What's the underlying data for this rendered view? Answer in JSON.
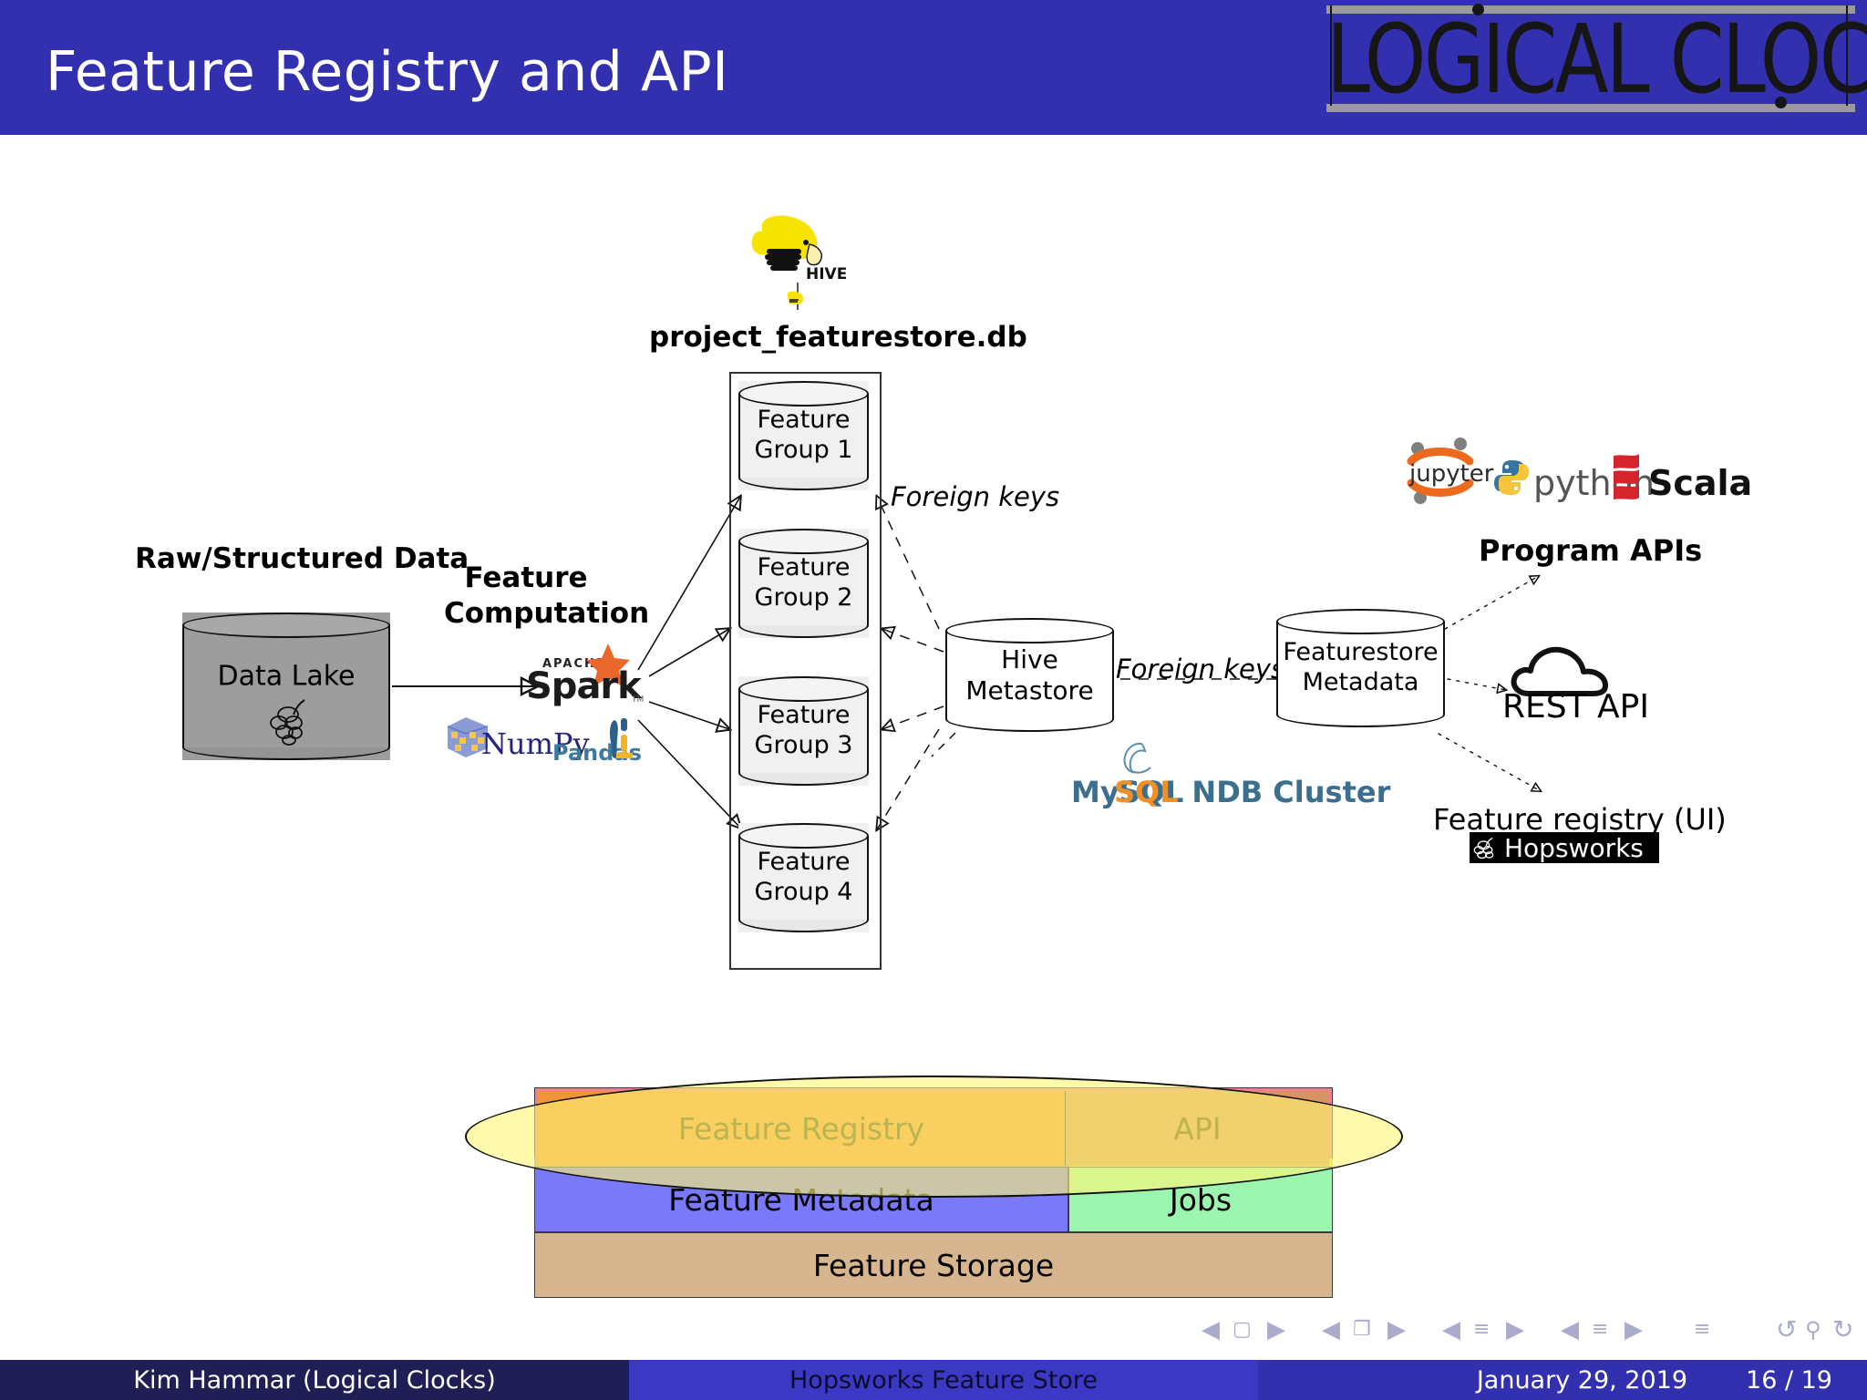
{
  "header": {
    "title": "Feature Registry and API",
    "logo_text": "LOGICAL CLOCKS",
    "bar_color": "#3330b0"
  },
  "diagram": {
    "hive_db_label": "project_featurestore.db",
    "hive_logo_name": "Apache Hive",
    "raw_data_label": "Raw/Structured Data",
    "data_lake_label": "Data Lake",
    "feature_computation_label": "Feature Computation",
    "spark_label": "Apache Spark",
    "numpy_label": "NumPy",
    "pandas_label": "Pandas",
    "feature_groups": [
      "Feature Group 1",
      "Feature Group 2",
      "Feature Group 3",
      "Feature Group 4"
    ],
    "foreign_keys_left": "Foreign keys",
    "foreign_keys_right": "Foreign keys",
    "hive_metastore_label": "Hive Metastore",
    "featurestore_metadata_label": "Featurestore Metadata",
    "mysql_label": "MySQL",
    "ndb_cluster_label": "NDB Cluster",
    "jupyter_label": "jupyter",
    "python_label": "python",
    "scala_label": "Scala",
    "program_apis_label": "Program APIs",
    "rest_api_label": "REST API",
    "feature_registry_ui_label": "Feature registry (UI)",
    "hopsworks_label": "Hopsworks"
  },
  "stack": {
    "layers": [
      {
        "label": "Feature Registry",
        "color": "#f0943c"
      },
      {
        "label": "API",
        "color": "#d99360"
      },
      {
        "label": "Feature Metadata",
        "color": "#7a79fa"
      },
      {
        "label": "Jobs",
        "color": "#9cf5ae"
      },
      {
        "label": "Feature Storage",
        "color": "#d7b68f"
      }
    ],
    "highlight_color": "#fff578"
  },
  "navigation": {
    "icons": [
      "prev-frame-icon",
      "frame-square-icon",
      "next-frame-icon",
      "prev-subsection-icon",
      "slides-stack-icon",
      "next-subsection-icon",
      "prev-section-icon",
      "doc-lines-icon",
      "next-section-icon",
      "prev-part-icon",
      "doc-lines-2-icon",
      "next-part-icon",
      "toc-icon",
      "back-icon",
      "search-icon",
      "forward-icon"
    ]
  },
  "footer": {
    "author": "Kim Hammar  (Logical Clocks)",
    "talk_title": "Hopsworks Feature Store",
    "date": "January 29, 2019",
    "page": "16 / 19"
  }
}
